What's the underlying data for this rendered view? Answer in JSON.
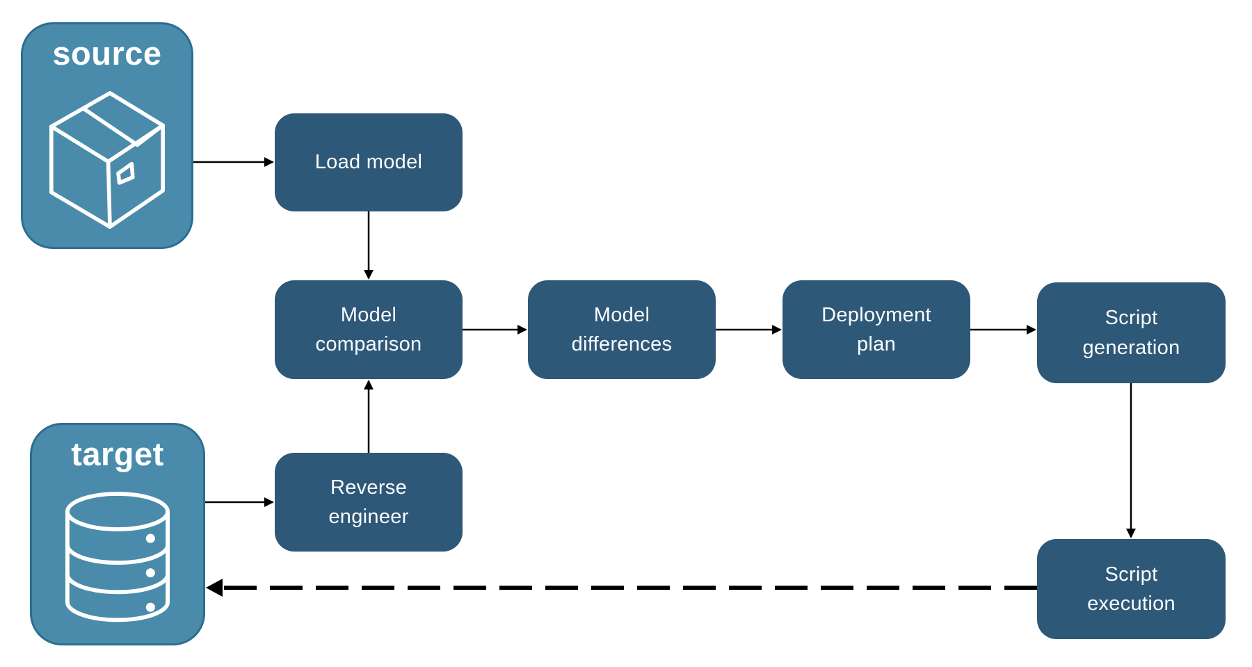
{
  "diagram": {
    "title": "model deployment pipeline",
    "colors": {
      "background": "#ffffff",
      "node_fill": "#2E5877",
      "node_text": "#FAFCFE",
      "container_fill": "#4A8BAB",
      "container_border": "#2A6E90",
      "container_text": "#ffffff",
      "arrow": "#000000"
    },
    "containers": {
      "source": {
        "label": "source",
        "icon": "package-icon"
      },
      "target": {
        "label": "target",
        "icon": "database-icon"
      }
    },
    "nodes": {
      "load_model": {
        "label": "Load model"
      },
      "model_comparison": {
        "label": "Model\ncomparison"
      },
      "model_differences": {
        "label": "Model\ndifferences"
      },
      "deployment_plan": {
        "label": "Deployment\nplan"
      },
      "script_generation": {
        "label": "Script\ngeneration"
      },
      "reverse_engineer": {
        "label": "Reverse\nengineer"
      },
      "script_execution": {
        "label": "Script\nexecution"
      }
    },
    "edges": [
      {
        "from": "source",
        "to": "load_model",
        "style": "solid"
      },
      {
        "from": "load_model",
        "to": "model_comparison",
        "style": "solid"
      },
      {
        "from": "model_comparison",
        "to": "model_differences",
        "style": "solid"
      },
      {
        "from": "model_differences",
        "to": "deployment_plan",
        "style": "solid"
      },
      {
        "from": "deployment_plan",
        "to": "script_generation",
        "style": "solid"
      },
      {
        "from": "script_generation",
        "to": "script_execution",
        "style": "solid"
      },
      {
        "from": "reverse_engineer",
        "to": "model_comparison",
        "style": "solid"
      },
      {
        "from": "target",
        "to": "reverse_engineer",
        "style": "solid"
      },
      {
        "from": "script_execution",
        "to": "target",
        "style": "dashed"
      }
    ]
  }
}
